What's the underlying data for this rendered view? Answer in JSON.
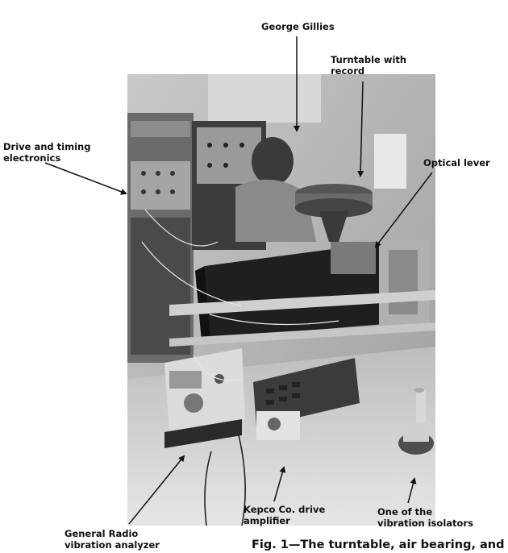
{
  "labels": {
    "george": "George Gillies",
    "turntable_line1": "Turntable with",
    "turntable_line2": "record",
    "drive_line1": "Drive and timing",
    "drive_line2": "electronics",
    "optical": "Optical lever",
    "kepco_line1": "Kepco Co. drive",
    "kepco_line2": "amplifier",
    "isolators_line1": "One of the",
    "isolators_line2": "vibration isolators",
    "general_line1": "General Radio",
    "general_line2": "vibration analyzer"
  },
  "caption": "Fig. 1—The turntable, air bearing, and"
}
